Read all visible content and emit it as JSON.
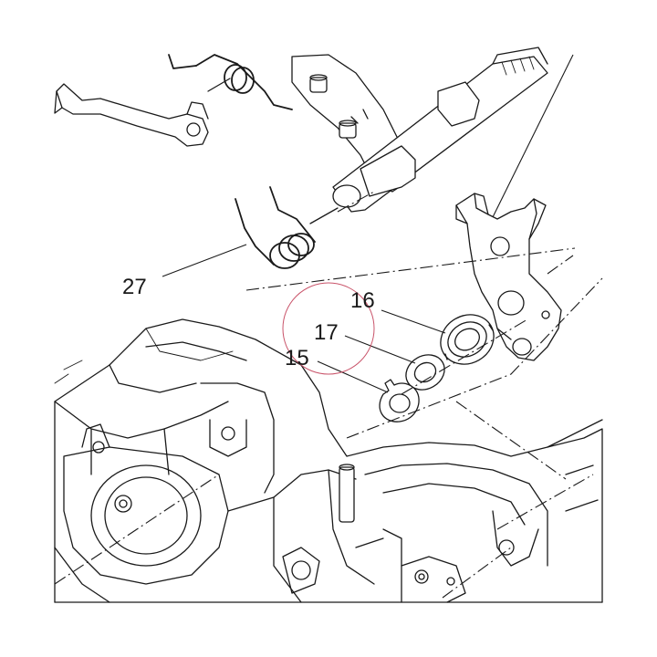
{
  "callouts": {
    "c27": "27",
    "c16": "16",
    "c17": "17",
    "c15": "15"
  },
  "colors": {
    "ink": "#1a1a1a",
    "highlight_circle": "#c9546a",
    "background": "#ffffff"
  }
}
